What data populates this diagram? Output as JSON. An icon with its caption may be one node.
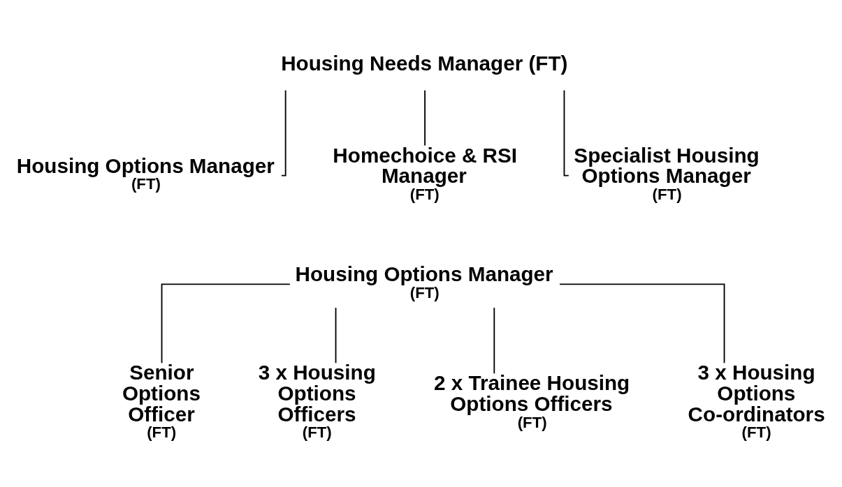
{
  "diagram": {
    "nodes": [
      {
        "text": [
          "Housing Needs Manager (FT)"
        ]
      },
      {
        "text": [
          "Housing Options Manager",
          "(FT)"
        ]
      },
      {
        "text": [
          "Homechoice & RSI Manager",
          "(FT)"
        ]
      },
      {
        "text": [
          "Specialist Housing Options Manager",
          "(FT)"
        ]
      },
      {
        "text": [
          "Housing Options Manager",
          "(FT)"
        ]
      },
      {
        "text": [
          "Senior Options Officer",
          "(FT)"
        ]
      },
      {
        "text": [
          "3 x Housing Options Officers",
          "(FT)"
        ]
      },
      {
        "text": [
          "2 x Trainee Housing Options Officers",
          "(FT)"
        ]
      },
      {
        "text": [
          "3 x Housing Options Co-ordinators",
          "(FT)"
        ]
      }
    ],
    "edges": [
      {
        "from": 0,
        "to": 1,
        "arrow": "none"
      },
      {
        "from": 0,
        "to": 2,
        "arrow": "none"
      },
      {
        "from": 0,
        "to": 3,
        "arrow": "none"
      },
      {
        "from": 4,
        "to": 5,
        "arrow": "none"
      },
      {
        "from": 4,
        "to": 6,
        "arrow": "none"
      },
      {
        "from": 4,
        "to": 7,
        "arrow": "none"
      },
      {
        "from": 4,
        "to": 8,
        "arrow": "none"
      }
    ]
  }
}
